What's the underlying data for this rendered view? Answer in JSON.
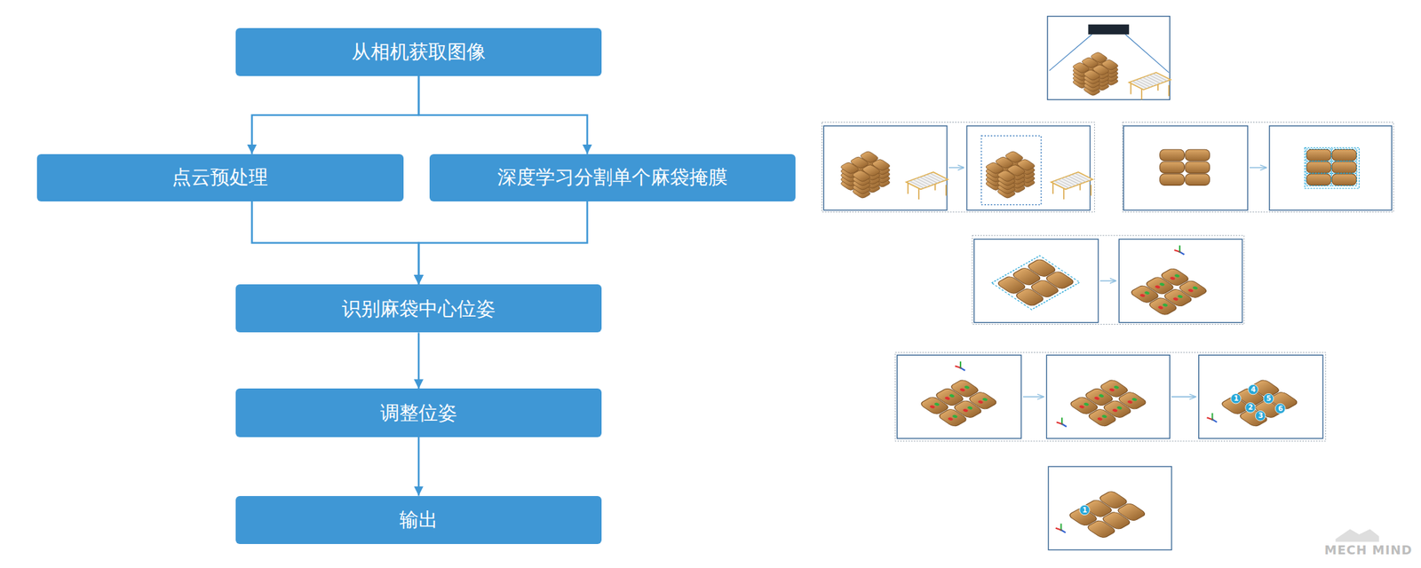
{
  "diagram": {
    "nodes": [
      {
        "text": [
          "从相机获取图像"
        ]
      },
      {
        "text": [
          "点云预处理"
        ]
      },
      {
        "text": [
          "深度学习分割单个麻袋掩膜"
        ]
      },
      {
        "text": [
          "识别麻袋中心位姿"
        ]
      },
      {
        "text": [
          "调整位姿"
        ]
      },
      {
        "text": [
          "输出"
        ]
      }
    ],
    "edges": [
      {
        "from": 0,
        "to": 1,
        "arrow": "to"
      },
      {
        "from": 0,
        "to": 2,
        "arrow": "to"
      },
      {
        "from": 1,
        "to": 3,
        "arrow": "to"
      },
      {
        "from": 2,
        "to": 3,
        "arrow": "to"
      },
      {
        "from": 3,
        "to": 4,
        "arrow": "to"
      },
      {
        "from": 4,
        "to": 5,
        "arrow": "to"
      }
    ],
    "labels": [
      "1",
      "2",
      "3",
      "4",
      "5",
      "6",
      "1",
      "MECH MIND"
    ]
  }
}
